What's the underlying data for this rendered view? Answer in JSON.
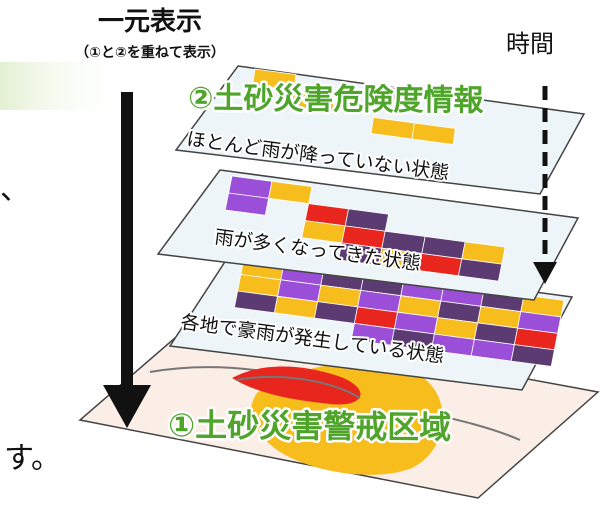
{
  "header": {
    "title": "一元表示",
    "subtitle": "（①と②を重ねて表示）",
    "time_label": "時間"
  },
  "layers": {
    "info_title": "②土砂災害危険度情報",
    "base_title": "①土砂災害警戒区域",
    "states": [
      "ほとんど雨が降っていない状態",
      "雨が多くなってきた状態",
      "各地で豪雨が発生している状態"
    ]
  },
  "fragments": {
    "left_text_mark": "、",
    "bottom_text": "す。"
  },
  "colors": {
    "panel_fill": "#edf5f8",
    "base_fill": "#fbeee6",
    "yellow": "#f6bd1c",
    "red": "#e8261e",
    "purple": "#9b4fd8",
    "dark_purple": "#5c3a72",
    "green_text": "#4ea52a",
    "left_panel": "#e7f2d9"
  }
}
